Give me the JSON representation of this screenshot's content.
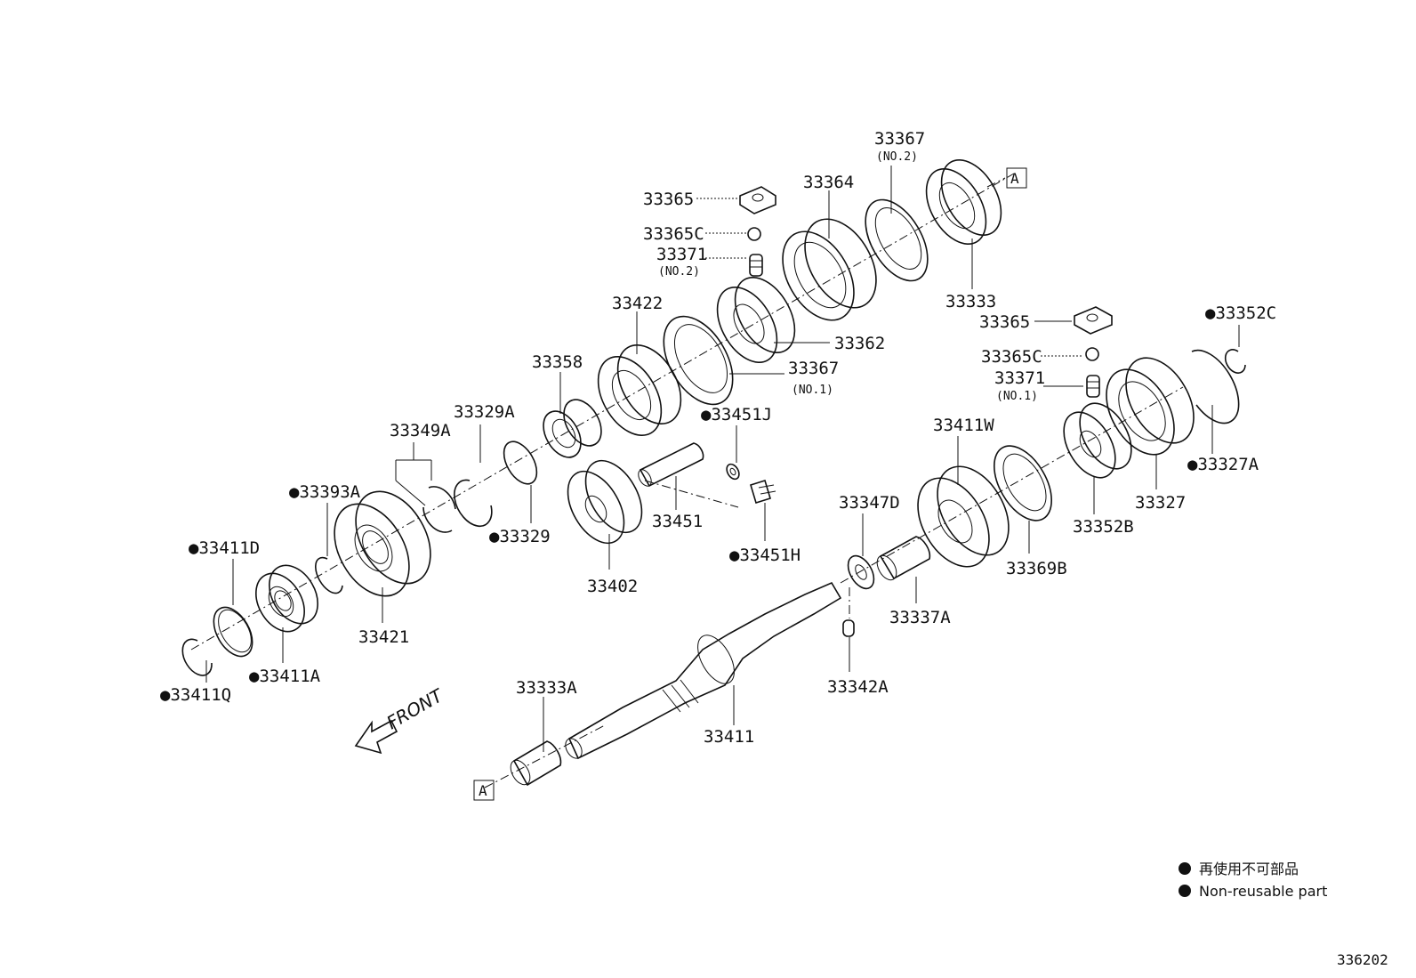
{
  "labels": {
    "p33367_no2": {
      "code": "33367",
      "sub": "(NO.2)"
    },
    "p33364": {
      "code": "33364"
    },
    "ref_a_top": {
      "code": "A"
    },
    "p33365_top": {
      "code": "33365"
    },
    "p33365c_top": {
      "code": "33365C"
    },
    "p33371_no2": {
      "code": "33371",
      "sub": "(NO.2)"
    },
    "p33333": {
      "code": "33333"
    },
    "p33422": {
      "code": "33422"
    },
    "p33362": {
      "code": "33362"
    },
    "p33365_right": {
      "code": "33365"
    },
    "p33352c": {
      "code": "●33352C"
    },
    "p33358": {
      "code": "33358"
    },
    "p33367_no1": {
      "code": "33367",
      "sub": "(NO.1)"
    },
    "p33365c_right": {
      "code": "33365C"
    },
    "p33371_no1": {
      "code": "33371",
      "sub": "(NO.1)"
    },
    "p33329a": {
      "code": "33329A"
    },
    "p33349a": {
      "code": "33349A"
    },
    "p33451j": {
      "code": "●33451J"
    },
    "p33411w": {
      "code": "33411W"
    },
    "p33327a": {
      "code": "●33327A"
    },
    "p33393a": {
      "code": "●33393A"
    },
    "p33329": {
      "code": "●33329"
    },
    "p33451": {
      "code": "33451"
    },
    "p33347d": {
      "code": "33347D"
    },
    "p33352b": {
      "code": "33352B"
    },
    "p33327": {
      "code": "33327"
    },
    "p33411d": {
      "code": "●33411D"
    },
    "p33451h": {
      "code": "●33451H"
    },
    "p33369b": {
      "code": "33369B"
    },
    "p33402": {
      "code": "33402"
    },
    "p33337a": {
      "code": "33337A"
    },
    "p33421": {
      "code": "33421"
    },
    "p33411a": {
      "code": "●33411A"
    },
    "p33342a": {
      "code": "33342A"
    },
    "p33411q": {
      "code": "●33411Q"
    },
    "p33333a": {
      "code": "33333A"
    },
    "p33411": {
      "code": "33411"
    },
    "ref_a_bottom": {
      "code": "A"
    }
  },
  "front_arrow": {
    "label": "FRONT"
  },
  "legend": {
    "japanese": "再使用不可部品",
    "english": "Non-reusable part"
  },
  "figure_number": "336202"
}
